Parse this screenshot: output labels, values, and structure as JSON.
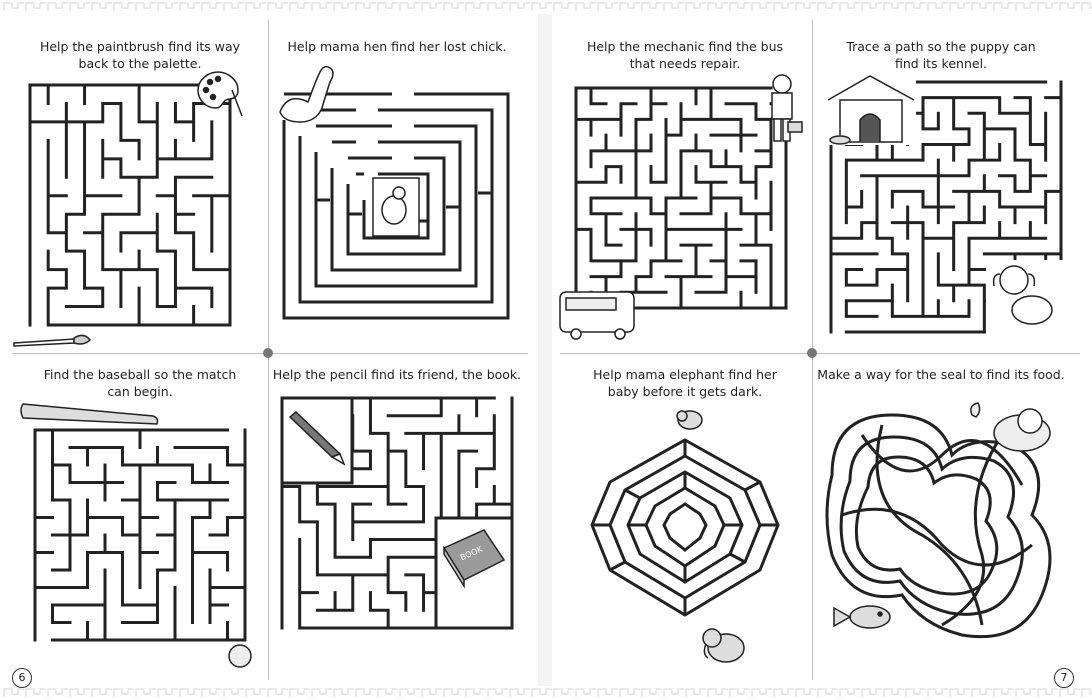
{
  "left_page": {
    "page_number": "6",
    "puzzles": [
      {
        "caption": "Help the paintbrush find its way back to the palette."
      },
      {
        "caption": "Help mama hen find her lost chick."
      },
      {
        "caption": "Find the baseball so the match can begin."
      },
      {
        "caption": "Help the pencil find its friend, the book."
      }
    ]
  },
  "right_page": {
    "page_number": "7",
    "puzzles": [
      {
        "caption": "Help the mechanic find the bus that needs repair."
      },
      {
        "caption": "Trace a path so the puppy can find its kennel."
      },
      {
        "caption": "Help mama elephant find her baby before it gets dark."
      },
      {
        "caption": "Make a way for the seal to find its food."
      }
    ]
  },
  "book_label": "BOOK",
  "colors": {
    "ink": "#222222",
    "divider": "#bdbdbd",
    "dot": "#777777"
  }
}
